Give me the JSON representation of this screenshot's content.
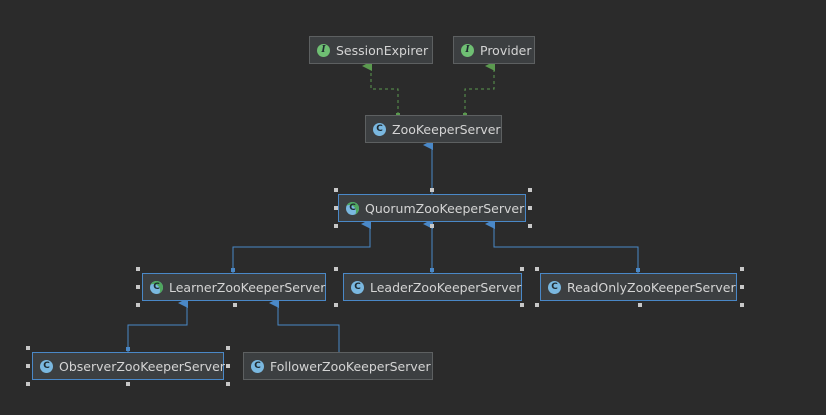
{
  "colors": {
    "background": "#2b2b2b",
    "node_fill": "#3c3f41",
    "node_border": "#5d6061",
    "selected_border": "#4a88c7",
    "extends_line": "#4a88c7",
    "implements_line": "#5b9a4f",
    "text": "#d4d4d4"
  },
  "icons": {
    "class": "class-icon",
    "abstract": "abstract-class-icon",
    "interface": "interface-icon"
  },
  "nodes": {
    "session_expirer": {
      "label": "SessionExpirer",
      "kind": "interface",
      "badge": "I"
    },
    "provider": {
      "label": "Provider",
      "kind": "interface",
      "badge": "I"
    },
    "zookeeper_server": {
      "label": "ZooKeeperServer",
      "kind": "class",
      "badge": "C"
    },
    "quorum_zookeeper_server": {
      "label": "QuorumZooKeeperServer",
      "kind": "abstract",
      "badge": "C"
    },
    "learner_zookeeper_server": {
      "label": "LearnerZooKeeperServer",
      "kind": "abstract",
      "badge": "C"
    },
    "leader_zookeeper_server": {
      "label": "LeaderZooKeeperServer",
      "kind": "class",
      "badge": "C"
    },
    "readonly_zookeeper_server": {
      "label": "ReadOnlyZooKeeperServer",
      "kind": "class",
      "badge": "C"
    },
    "observer_zookeeper_server": {
      "label": "ObserverZooKeeperServer",
      "kind": "class",
      "badge": "C"
    },
    "follower_zookeeper_server": {
      "label": "FollowerZooKeeperServer",
      "kind": "class",
      "badge": "C"
    }
  },
  "edges": [
    {
      "from": "zookeeper_server",
      "to": "session_expirer",
      "type": "implements"
    },
    {
      "from": "zookeeper_server",
      "to": "provider",
      "type": "implements"
    },
    {
      "from": "quorum_zookeeper_server",
      "to": "zookeeper_server",
      "type": "extends"
    },
    {
      "from": "learner_zookeeper_server",
      "to": "quorum_zookeeper_server",
      "type": "extends"
    },
    {
      "from": "leader_zookeeper_server",
      "to": "quorum_zookeeper_server",
      "type": "extends"
    },
    {
      "from": "readonly_zookeeper_server",
      "to": "quorum_zookeeper_server",
      "type": "extends"
    },
    {
      "from": "observer_zookeeper_server",
      "to": "learner_zookeeper_server",
      "type": "extends"
    },
    {
      "from": "follower_zookeeper_server",
      "to": "learner_zookeeper_server",
      "type": "extends"
    }
  ]
}
